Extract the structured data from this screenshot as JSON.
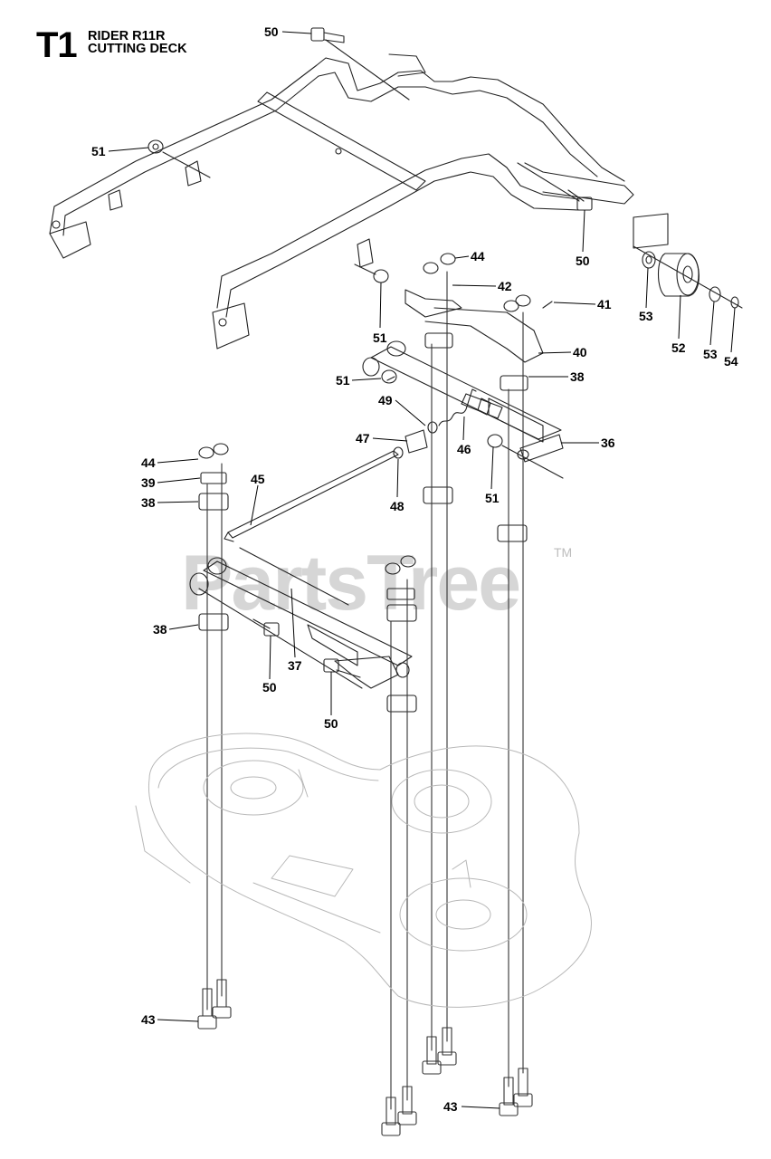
{
  "header": {
    "section_code": "T1",
    "model": "RIDER R11R",
    "assembly": "CUTTING DECK"
  },
  "watermark": {
    "text": "PartsTree",
    "trademark": "TM",
    "color": "#cfcfcf"
  },
  "callouts": [
    {
      "id": "c50a",
      "label": "50"
    },
    {
      "id": "c51a",
      "label": "51"
    },
    {
      "id": "c50b",
      "label": "50"
    },
    {
      "id": "c44a",
      "label": "44"
    },
    {
      "id": "c42",
      "label": "42"
    },
    {
      "id": "c41",
      "label": "41"
    },
    {
      "id": "c51b",
      "label": "51"
    },
    {
      "id": "c40",
      "label": "40"
    },
    {
      "id": "c53a",
      "label": "53"
    },
    {
      "id": "c52",
      "label": "52"
    },
    {
      "id": "c53b",
      "label": "53"
    },
    {
      "id": "c54",
      "label": "54"
    },
    {
      "id": "c51c",
      "label": "51"
    },
    {
      "id": "c38a",
      "label": "38"
    },
    {
      "id": "c49",
      "label": "49"
    },
    {
      "id": "c47",
      "label": "47"
    },
    {
      "id": "c46",
      "label": "46"
    },
    {
      "id": "c36",
      "label": "36"
    },
    {
      "id": "c44b",
      "label": "44"
    },
    {
      "id": "c39",
      "label": "39"
    },
    {
      "id": "c38b",
      "label": "38"
    },
    {
      "id": "c45",
      "label": "45"
    },
    {
      "id": "c48",
      "label": "48"
    },
    {
      "id": "c51d",
      "label": "51"
    },
    {
      "id": "c38c",
      "label": "38"
    },
    {
      "id": "c37",
      "label": "37"
    },
    {
      "id": "c50c",
      "label": "50"
    },
    {
      "id": "c50d",
      "label": "50"
    },
    {
      "id": "c43a",
      "label": "43"
    },
    {
      "id": "c43b",
      "label": "43"
    }
  ]
}
